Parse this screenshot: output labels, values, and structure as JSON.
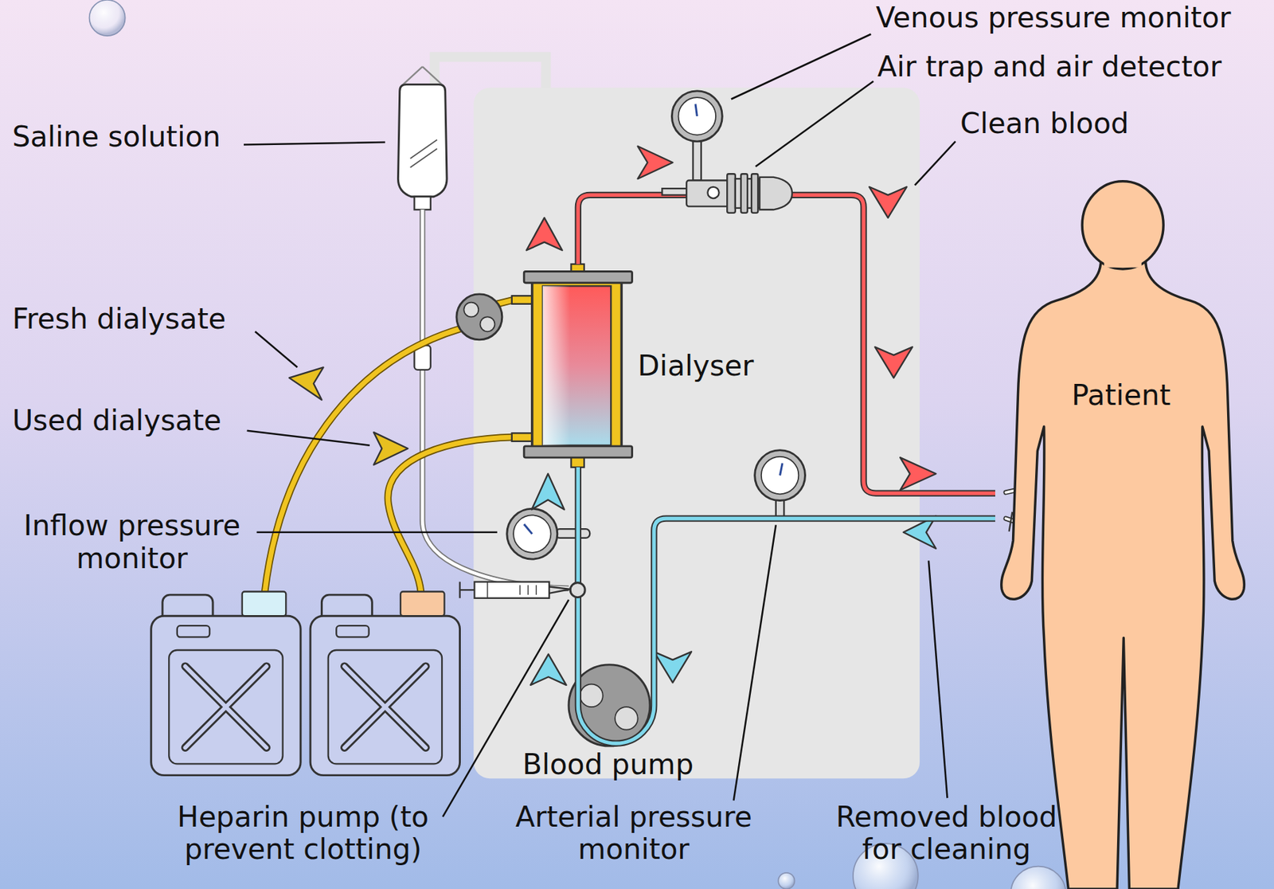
{
  "diagram": {
    "nodes": [
      {
        "text": [
          "Dialyser"
        ]
      },
      {
        "text": [
          "Patient"
        ]
      }
    ],
    "edges": [
      {
        "from": 0,
        "to": 1,
        "arrow": "to"
      },
      {
        "from": 1,
        "to": 0,
        "arrow": "to"
      }
    ],
    "labels": [
      "Venous pressure monitor",
      "Air trap and air detector",
      "Clean blood",
      "Saline solution",
      "Fresh dialysate",
      "Used dialysate",
      "Inflow pressure monitor",
      "Blood pump",
      "Heparin pump (to prevent clotting)",
      "Arterial pressure monitor",
      "Removed blood for cleaning"
    ]
  }
}
